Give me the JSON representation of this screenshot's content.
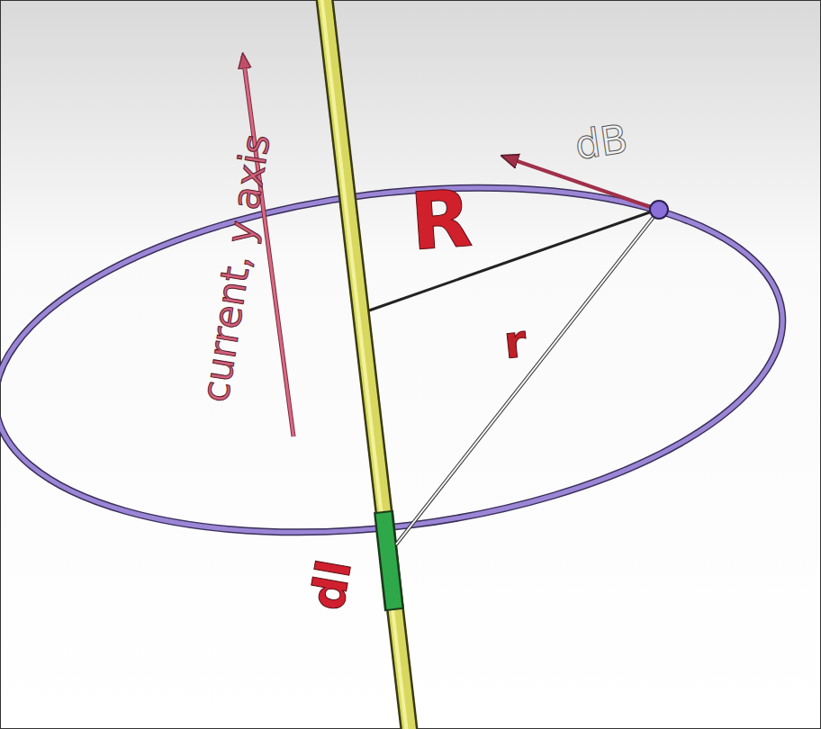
{
  "diagram": {
    "labels": [
      "current, y axis",
      "R",
      "r",
      "dB",
      "dl"
    ]
  }
}
